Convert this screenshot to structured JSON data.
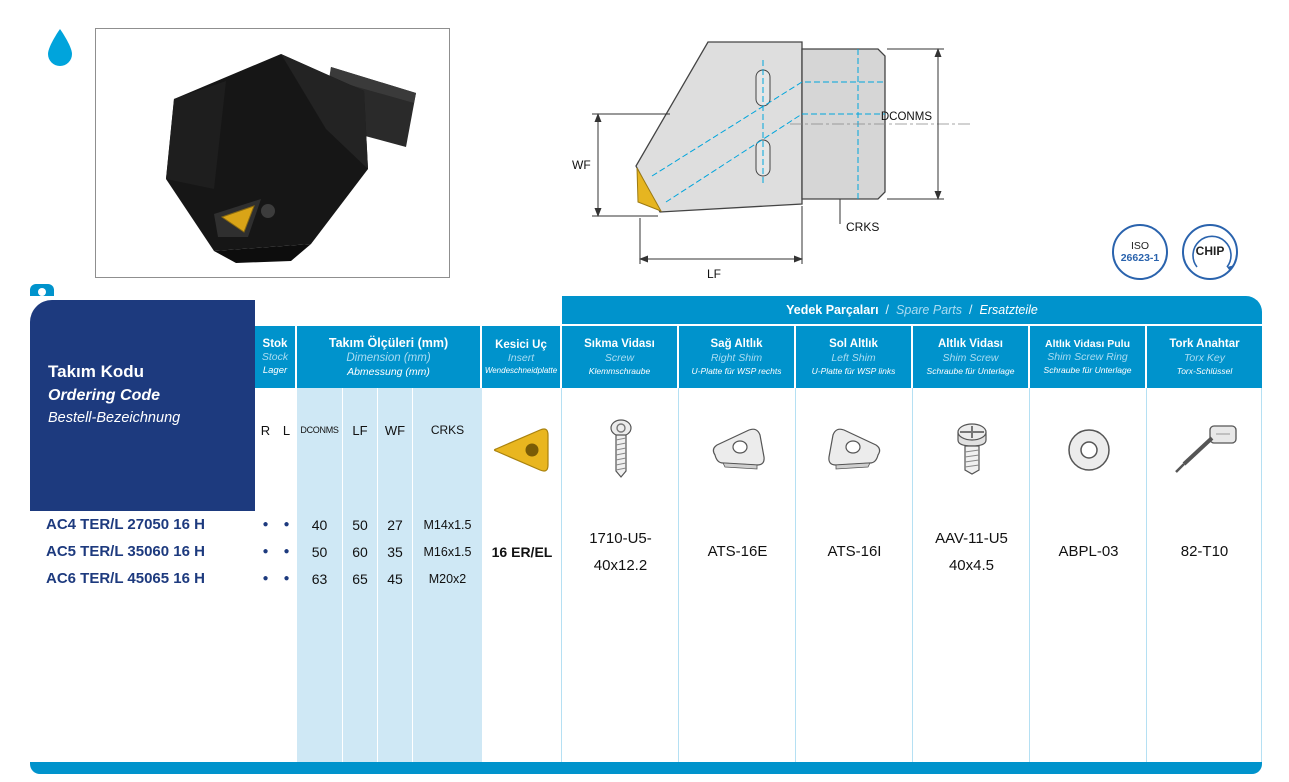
{
  "badges": {
    "iso_line1": "ISO",
    "iso_line2": "26623-1",
    "chip": "CHIP"
  },
  "drawing": {
    "dconms": "DCONMS",
    "wf": "WF",
    "crks": "CRKS",
    "lf": "LF"
  },
  "colors": {
    "accent": "#0093cc",
    "dark_blue": "#1d3a7e",
    "light_blue": "#cfe8f5",
    "code_text": "#1d3a7e",
    "insert_gold": "#e9b61f"
  },
  "table": {
    "title": {
      "tr": "Takım Kodu",
      "en": "Ordering Code",
      "de": "Bestell-Bezeichnung"
    },
    "stock": {
      "tr": "Stok",
      "en": "Stock",
      "de": "Lager",
      "col_r": "R",
      "col_l": "L"
    },
    "dims": {
      "tr": "Takım Ölçüleri (mm)",
      "en": "Dimension (mm)",
      "de": "Abmessung (mm)",
      "cols": [
        "DCONMS",
        "LF",
        "WF",
        "CRKS"
      ]
    },
    "insert": {
      "tr": "Kesici Uç",
      "en": "Insert",
      "de": "Wendeschneidplatte",
      "value": "16 ER/EL"
    },
    "spare": {
      "tr": "Yedek Parçaları",
      "en": "Spare Parts",
      "de": "Ersatzteile",
      "sep": "/"
    },
    "spare_cols": [
      {
        "tr": "Sıkma Vidası",
        "en": "Screw",
        "de": "Klemmschraube",
        "icon": "screw-icon",
        "value": "1710-U5-\n40x12.2"
      },
      {
        "tr": "Sağ Altlık",
        "en": "Right Shim",
        "de": "U-Platte für WSP rechts",
        "icon": "right-shim-icon",
        "value": "ATS-16E"
      },
      {
        "tr": "Sol Altlık",
        "en": "Left Shim",
        "de": "U-Platte für WSP links",
        "icon": "left-shim-icon",
        "value": "ATS-16I"
      },
      {
        "tr": "Altlık Vidası",
        "en": "Shim Screw",
        "de": "Schraube für Unterlage",
        "icon": "shim-screw-icon",
        "value": "AAV-11-U5\n40x4.5"
      },
      {
        "tr": "Altlık Vidası Pulu",
        "en": "Shim Screw Ring",
        "de": "Schraube für Unterlage",
        "icon": "shim-screw-ring-icon",
        "value": "ABPL-03"
      },
      {
        "tr": "Tork Anahtar",
        "en": "Torx Key",
        "de": "Torx-Schlüssel",
        "icon": "torx-key-icon",
        "value": "82-T10"
      }
    ],
    "rows": [
      {
        "code": "AC4 TER/L 27050 16 H",
        "r": "●",
        "l": "●",
        "dconms": "40",
        "lf": "50",
        "wf": "27",
        "crks": "M14x1.5"
      },
      {
        "code": "AC5 TER/L 35060 16 H",
        "r": "●",
        "l": "●",
        "dconms": "50",
        "lf": "60",
        "wf": "35",
        "crks": "M16x1.5"
      },
      {
        "code": "AC6 TER/L 45065 16 H",
        "r": "●",
        "l": "●",
        "dconms": "63",
        "lf": "65",
        "wf": "45",
        "crks": "M20x2"
      }
    ]
  }
}
